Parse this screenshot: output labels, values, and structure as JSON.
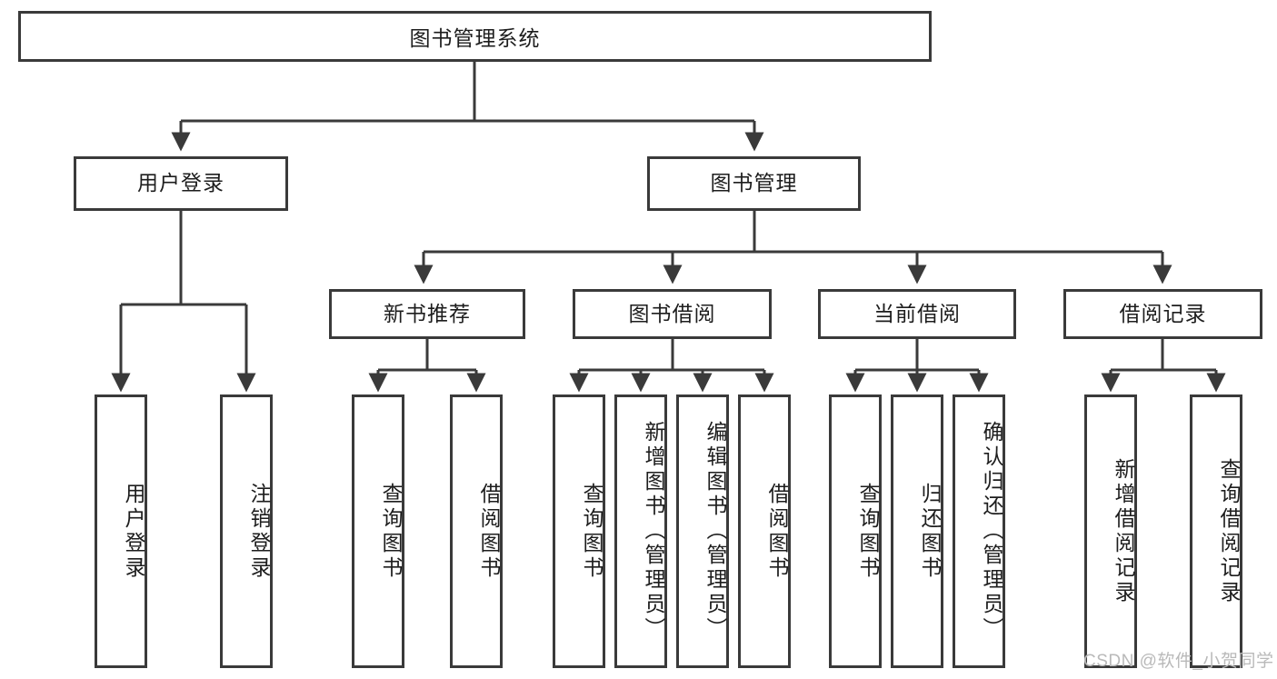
{
  "diagram": {
    "title": "图书管理系统",
    "root": {
      "label": "图书管理系统"
    },
    "level2": [
      {
        "label": "用户登录"
      },
      {
        "label": "图书管理"
      }
    ],
    "level3": [
      {
        "label": "新书推荐"
      },
      {
        "label": "图书借阅"
      },
      {
        "label": "当前借阅"
      },
      {
        "label": "借阅记录"
      }
    ],
    "leaves": {
      "user_login": [
        {
          "label": "用户登录"
        },
        {
          "label": "注销登录"
        }
      ],
      "new_book_recommend": [
        {
          "label": "查询图书"
        },
        {
          "label": "借阅图书"
        }
      ],
      "book_borrow": [
        {
          "label": "查询图书"
        },
        {
          "label": "新增图书（管理员）"
        },
        {
          "label": "编辑图书（管理员）"
        },
        {
          "label": "借阅图书"
        }
      ],
      "current_borrow": [
        {
          "label": "查询图书"
        },
        {
          "label": "归还图书"
        },
        {
          "label": "确认归还（管理员）"
        }
      ],
      "borrow_records": [
        {
          "label": "新增借阅记录"
        },
        {
          "label": "查询借阅记录"
        }
      ]
    }
  },
  "watermark": {
    "text": "CSDN @软件_小贺同学"
  },
  "colors": {
    "border": "#3a3a3a",
    "text": "#1d1d1d",
    "background": "#ffffff",
    "watermark": "#b9b9b9"
  }
}
